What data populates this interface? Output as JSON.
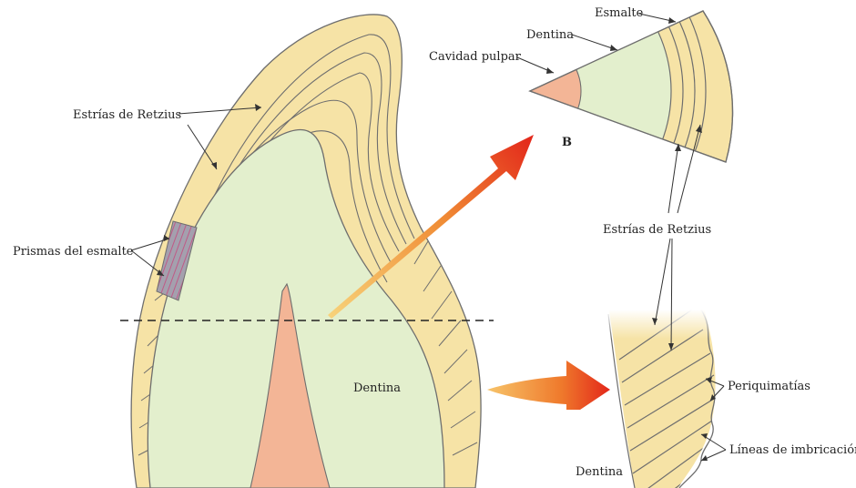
{
  "labels": {
    "estrias_left": "Estrías de Retzius",
    "prismas": "Prismas del esmalte",
    "dentina_main": "Dentina",
    "esmalte": "Esmalte",
    "dentina_b": "Dentina",
    "cavidad_pulpar": "Cavidad pulpar",
    "b_letter": "B",
    "estrias_right": "Estrías de Retzius",
    "periquimatias": "Periquimatías",
    "lineas_imbricacion": "Líneas de imbricación",
    "dentina_c": "Dentina"
  },
  "colors": {
    "enamel": "#f6e3a6",
    "dentin": "#e3efcd",
    "pulp": "#f3b596",
    "lines": "#6e6e6e",
    "prism_hatch": "#c05a86",
    "arrow_start": "#f4b24a",
    "arrow_end": "#e3271a"
  }
}
